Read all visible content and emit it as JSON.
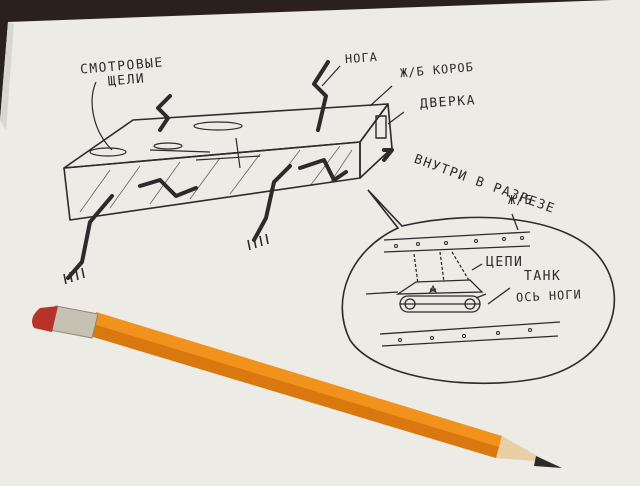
{
  "sketch": {
    "labels": {
      "viewing_slits_1": "СМОТРОВЫЕ",
      "viewing_slits_2": "ЩЕЛИ",
      "leg": "НОГА",
      "rc_box": "Ж/Б КОРОБ",
      "door": "ДВЕРКА",
      "inside_section": "ВНУТРИ В РАЗРЕЗЕ",
      "rc_short": "Ж/Б",
      "chains": "ЦЕПИ",
      "tank": "ТАНК",
      "leg_axis": "ОСЬ НОГИ"
    },
    "colors": {
      "background": "#2a211c",
      "paper": "#ecebe6",
      "ink": "#2b2b2b",
      "pencil_body": "#f0921c",
      "pencil_ferrule": "#c7c1b4",
      "eraser": "#b8322a"
    }
  }
}
